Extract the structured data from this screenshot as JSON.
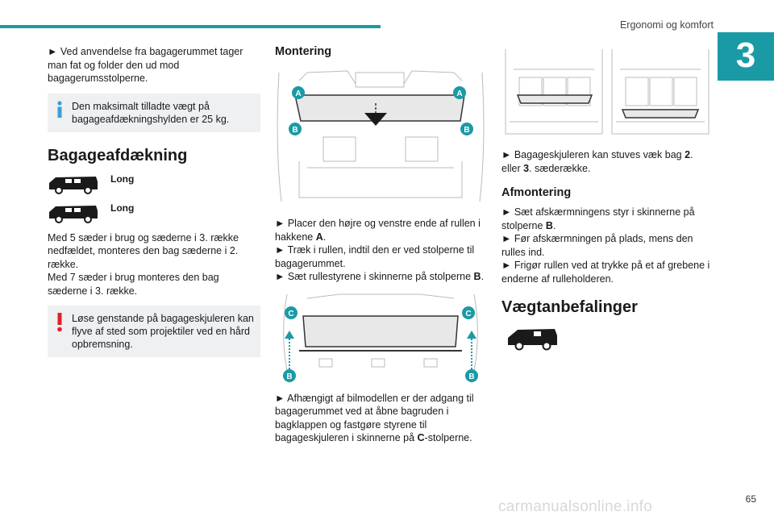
{
  "header": {
    "section": "Ergonomi og komfort",
    "chapter": "3"
  },
  "footer": {
    "page": "65",
    "watermark": "carmanualsonline.info"
  },
  "col1": {
    "intro": "► Ved anvendelse fra bagagerummet tager man fat og folder den ud mod bagagerumsstolperne.",
    "info_note": "Den maksimalt tilladte vægt på bagageafdækningshylden er 25 kg.",
    "heading": "Bagageafdækning",
    "variant1": "Long",
    "variant2": "Long",
    "para1": "Med 5 sæder i brug og sæderne i 3. række nedfældet, monteres den bag sæderne i 2. række.",
    "para2": "Med 7 sæder i brug monteres den bag sæderne i 3. række.",
    "warn_note": "Løse genstande på bagageskjuleren kan flyve af sted som projektiler ved en hård opbremsning."
  },
  "col2": {
    "heading": "Montering",
    "fig1_labels": [
      "A",
      "A",
      "B",
      "B"
    ],
    "fig2_labels": [
      "C",
      "C",
      "B",
      "B"
    ],
    "s1a": "► Placer den højre og venstre ende af rullen i hakkene ",
    "s1b": "A",
    "s1c": ".",
    "s2": "► Træk i rullen, indtil den er ved stolperne til bagagerummet.",
    "s3a": "► Sæt rullestyrene i skinnerne på stolperne ",
    "s3b": "B",
    "s3c": ".",
    "s4a": "► Afhængigt af bilmodellen er der adgang til bagagerummet ved at åbne bagruden i bagklappen og fastgøre styrene til bagageskjuleren i skinnerne på ",
    "s4b": "C",
    "s4c": "-stolperne."
  },
  "col3": {
    "s1a": "► Bagageskjuleren kan stuves væk bag ",
    "s1b": "2",
    "s1c": ". eller ",
    "s1d": "3",
    "s1e": ". sæderække.",
    "heading": "Afmontering",
    "s2a": "► Sæt afskærmningens styr i skinnerne på stolperne ",
    "s2b": "B",
    "s2c": ".",
    "s3": "► Før afskærmningen på plads, mens den rulles ind.",
    "s4": "► Frigør rullen ved at trykke på et af grebene i enderne af rulleholderen.",
    "heading2": "Vægtanbefalinger"
  },
  "colors": {
    "accent": "#1a9aa5",
    "info": "#3a9fd8",
    "warning": "#e0202a"
  }
}
